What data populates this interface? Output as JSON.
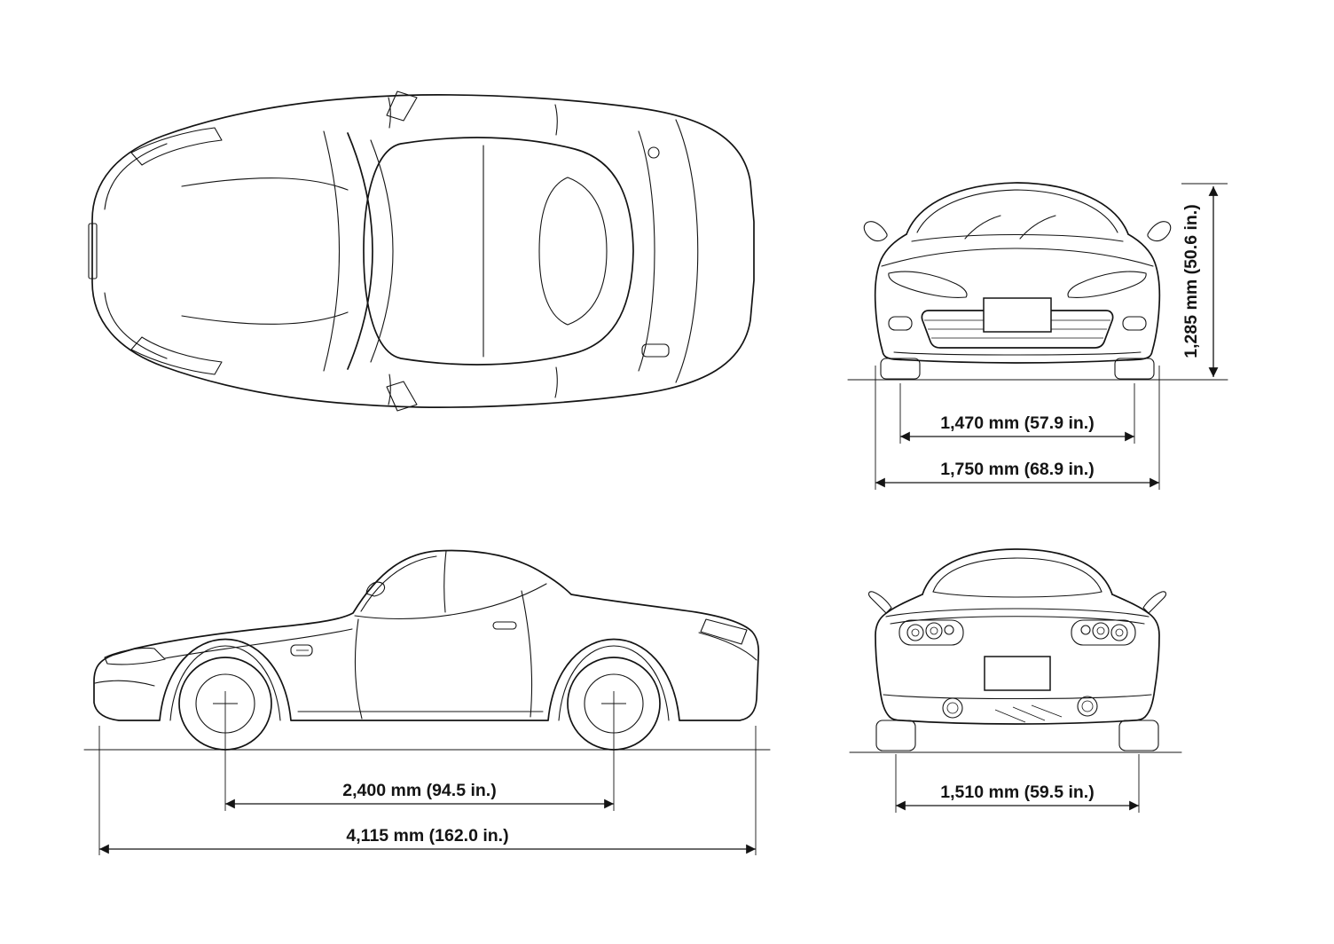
{
  "colors": {
    "ink": "#141414",
    "paper": "#ffffff"
  },
  "dims": {
    "front_track": {
      "label": "1,470 mm (57.9 in.)",
      "mm": 1470,
      "inches": 57.9
    },
    "overall_width": {
      "label": "1,750 mm (68.9 in.)",
      "mm": 1750,
      "inches": 68.9
    },
    "overall_height": {
      "label": "1,285 mm (50.6 in.)",
      "mm": 1285,
      "inches": 50.6
    },
    "wheelbase": {
      "label": "2,400 mm (94.5 in.)",
      "mm": 2400,
      "inches": 94.5
    },
    "overall_length": {
      "label": "4,115 mm (162.0 in.)",
      "mm": 4115,
      "inches": 162.0
    },
    "rear_track": {
      "label": "1,510 mm (59.5 in.)",
      "mm": 1510,
      "inches": 59.5
    }
  }
}
